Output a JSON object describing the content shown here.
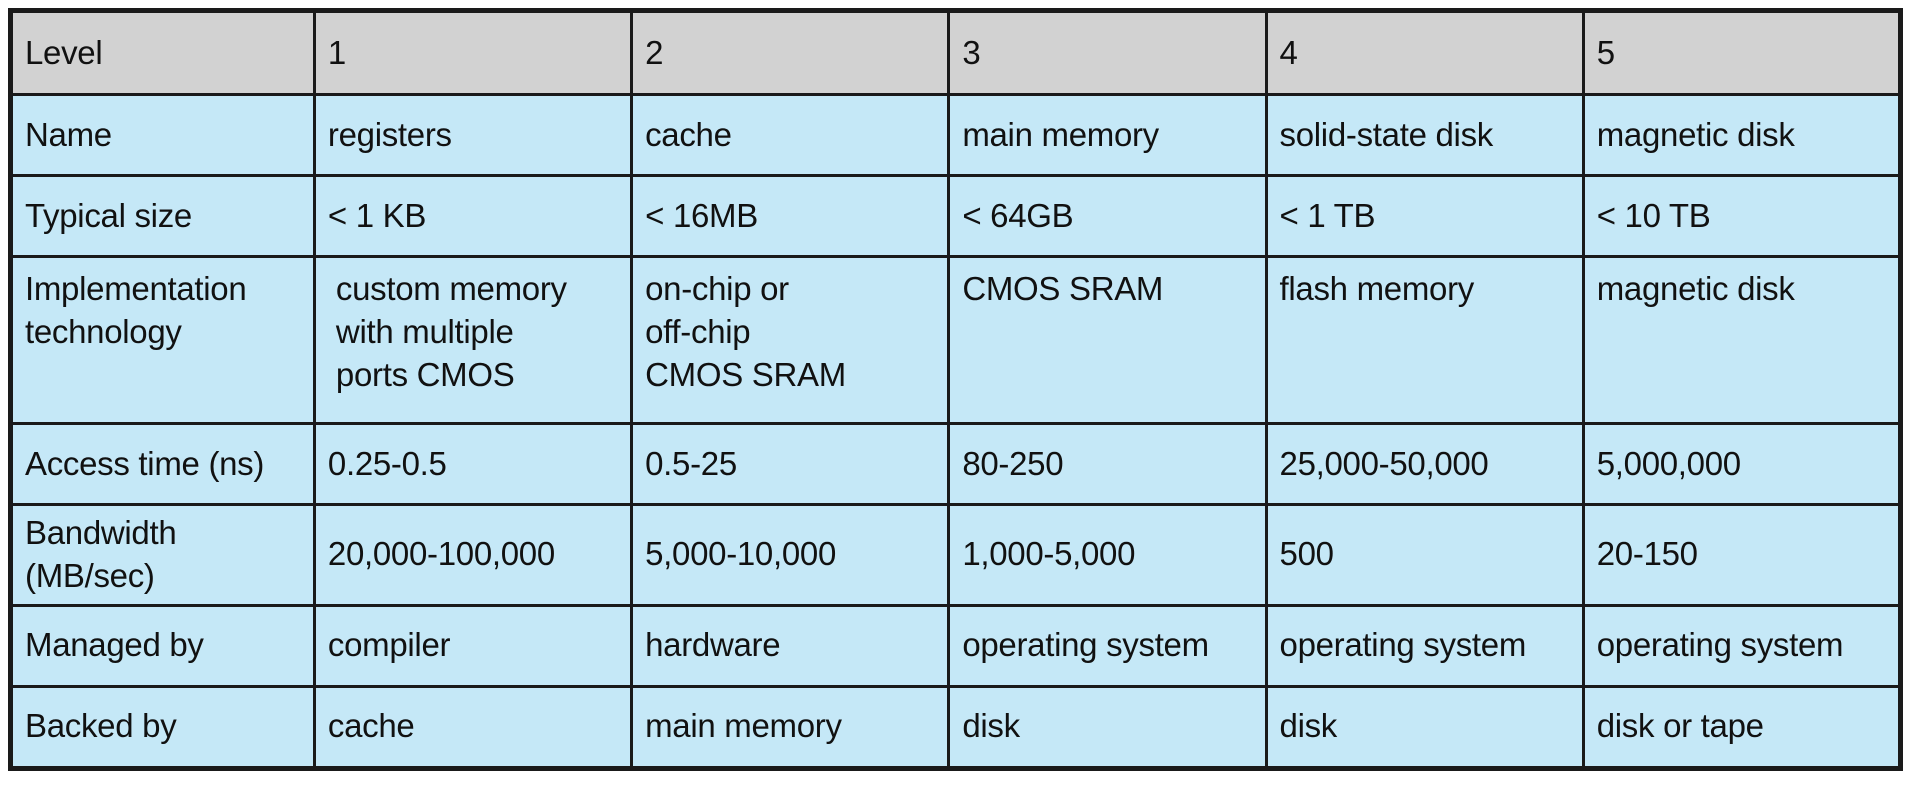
{
  "table": {
    "name": "memory-device-hierarchy-table",
    "colors": {
      "header_background": "#d2d2d2",
      "row_background": "#c5e8f7",
      "border": "#1a1a1a",
      "text": "#111111"
    },
    "header": {
      "label": "Level",
      "levels": [
        "1",
        "2",
        "3",
        "4",
        "5"
      ]
    },
    "rows": [
      {
        "label": "Name",
        "cells": [
          "registers",
          "cache",
          "main memory",
          "solid-state disk",
          "magnetic disk"
        ]
      },
      {
        "label": "Typical size",
        "cells": [
          "< 1 KB",
          "< 16MB",
          "< 64GB",
          "< 1 TB",
          "< 10 TB"
        ]
      },
      {
        "label": "Implementation\ntechnology",
        "cells": [
          " custom memory\n with multiple\n ports CMOS",
          "on-chip or\noff-chip\nCMOS SRAM",
          "CMOS SRAM",
          "flash memory",
          "magnetic disk"
        ]
      },
      {
        "label": "Access time (ns)",
        "cells": [
          "0.25-0.5",
          "0.5-25",
          "80-250",
          "25,000-50,000",
          "5,000,000"
        ]
      },
      {
        "label": "Bandwidth (MB/sec)",
        "cells": [
          "20,000-100,000",
          "5,000-10,000",
          "1,000-5,000",
          "500",
          "20-150"
        ]
      },
      {
        "label": "Managed by",
        "cells": [
          "compiler",
          "hardware",
          "operating system",
          "operating system",
          "operating system"
        ]
      },
      {
        "label": "Backed by",
        "cells": [
          "cache",
          "main memory",
          "disk",
          "disk",
          "disk or tape"
        ]
      }
    ]
  }
}
